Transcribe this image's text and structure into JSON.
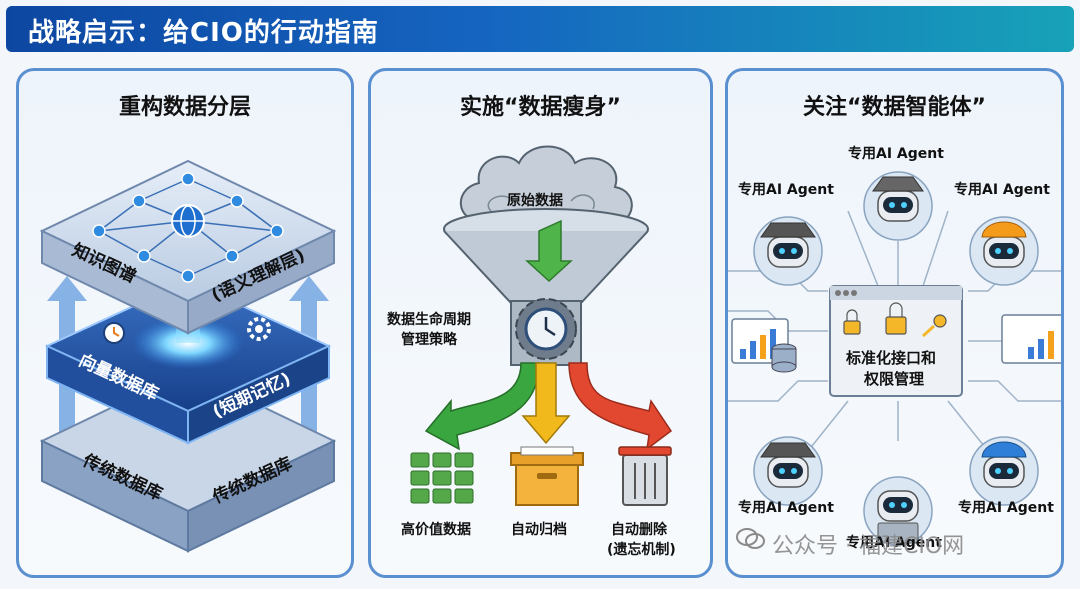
{
  "header": {
    "title": "战略启示：给CIO的行动指南"
  },
  "panels": [
    {
      "title": "重构数据分层",
      "layers": [
        {
          "label": "知识图谱",
          "sublabel": "(语义理解层)"
        },
        {
          "label": "向量数据库",
          "sublabel": "(短期记忆)"
        },
        {
          "label": "传统数据库",
          "sublabel": "传统数据库"
        }
      ]
    },
    {
      "title": "实施“数据瘦身”",
      "cloud_label": "原始数据",
      "funnel_label": "数据生命周期\n管理策略",
      "funnel_label_l1": "数据生命周期",
      "funnel_label_l2": "管理策略",
      "outputs": [
        {
          "label": "高价值数据",
          "color": "#3aa640"
        },
        {
          "label": "自动归档",
          "color": "#f2b91d"
        },
        {
          "label": "自动删除",
          "sublabel": "(遗忘机制)",
          "color": "#e2472f"
        }
      ]
    },
    {
      "title": "关注“数据智能体”",
      "agent_label": "专用AI Agent",
      "agents": [
        "专用AI Agent",
        "专用AI Agent",
        "专用AI Agent",
        "专用AI Agent",
        "专用AI Agent",
        "专用AI Agent"
      ],
      "center_label_l1": "标准化接口和",
      "center_label_l2": "权限管理"
    }
  ],
  "watermark": "公众号 · 福建CIO网",
  "colors": {
    "header_start": "#0d47a1",
    "header_end": "#17a2b8",
    "panel_border": "#5a8fd0",
    "green": "#3aa640",
    "yellow": "#f2b91d",
    "red": "#e2472f"
  }
}
